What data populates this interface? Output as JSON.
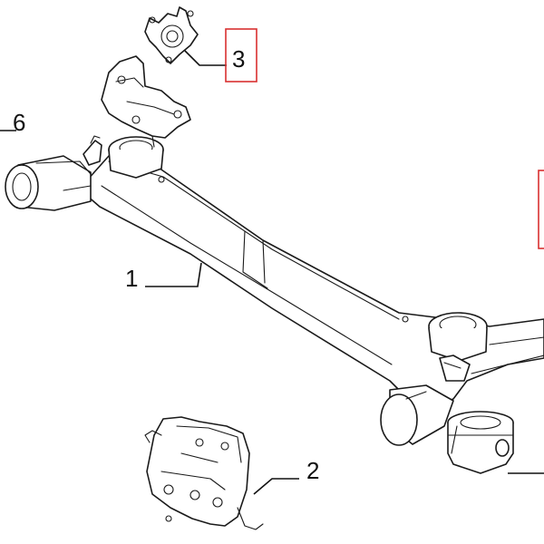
{
  "callouts": [
    {
      "id": "part-1",
      "label": "1"
    },
    {
      "id": "part-2",
      "label": "2"
    },
    {
      "id": "part-3",
      "label": "3"
    },
    {
      "id": "part-6",
      "label": "6"
    }
  ],
  "colors": {
    "ink": "#1a1a1a",
    "highlight_box": "#d93030",
    "background": "#ffffff"
  }
}
